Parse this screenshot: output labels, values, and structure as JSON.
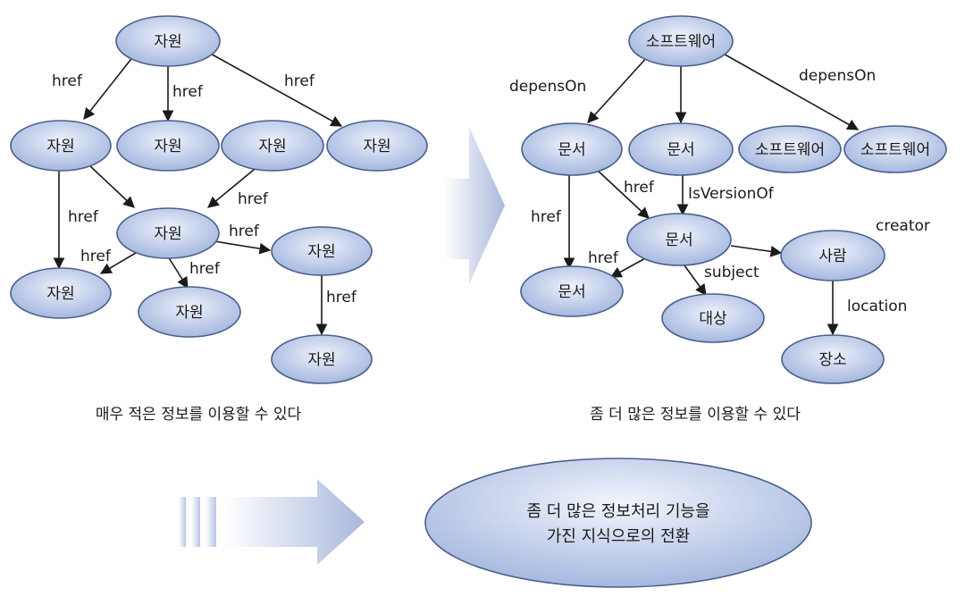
{
  "colors": {
    "node_light": "#eef2fb",
    "node_dark": "#9fb3dd",
    "node_stroke": "#4a5f8c",
    "arrow_light": "#ffffff",
    "arrow_dark": "#a9b9dc",
    "text": "#1a1a1a"
  },
  "left_graph": {
    "nodes": {
      "root": "자원",
      "c1": "자원",
      "c2": "자원",
      "c3": "자원",
      "c4": "자원",
      "mid": "자원",
      "right1": "자원",
      "bottom_left": "자원",
      "bottom_mid": "자원",
      "right_bottom": "자원"
    },
    "edge_labels": {
      "root_c1": "href",
      "root_c2": "href",
      "root_c4": "href",
      "c3_mid": "href",
      "c1_bottom_left": "href",
      "mid_bottom_left": "href",
      "mid_right1": "href",
      "mid_bottom_mid": "href",
      "right1_right_bottom": "href"
    },
    "caption": "매우 적은 정보를 이용할 수 있다"
  },
  "right_graph": {
    "nodes": {
      "software_top": "소프트웨어",
      "doc1": "문서",
      "doc2": "문서",
      "software_a": "소프트웨어",
      "software_b": "소프트웨어",
      "doc_mid": "문서",
      "person": "사람",
      "doc_bottom": "문서",
      "subject_node": "대상",
      "place": "장소"
    },
    "edge_labels": {
      "top_doc1": "depensOn",
      "top_software_b": "depensOn",
      "doc1_doc_mid": "href",
      "doc2_doc_mid": "IsVersionOf",
      "doc1_doc_bottom": "href",
      "doc_mid_doc_bottom": "href",
      "doc_mid_subject": "subject",
      "creator": "creator",
      "person_place": "location"
    },
    "caption": "좀 더 많은 정보를 이용할 수 있다"
  },
  "conclusion": {
    "line1": "좀 더 많은 정보처리 기능을",
    "line2": "가진 지식으로의 전환"
  }
}
